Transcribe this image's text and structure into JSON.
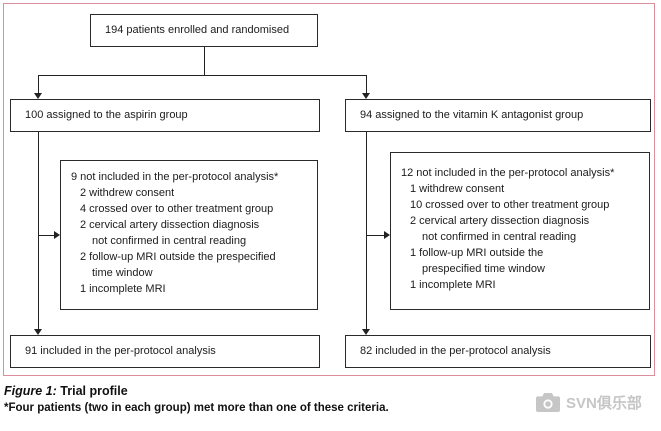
{
  "figure": {
    "caption_label": "Figure 1:",
    "caption_title": "Trial profile",
    "footnote": "*Four patients (two in each group) met more than one of these criteria."
  },
  "flow": {
    "enrolled": "194 patients enrolled and randomised",
    "left_group": "100 assigned to the aspirin group",
    "right_group": "94 assigned to the vitamin K antagonist group",
    "left_exclusion": {
      "title": "9 not included in the per-protocol analysis*",
      "lines": [
        "2 withdrew consent",
        "4 crossed over to other treatment group",
        "2 cervical artery dissection diagnosis",
        "not confirmed in central reading",
        "2 follow-up MRI outside the prespecified",
        "time window",
        "1 incomplete MRI"
      ]
    },
    "right_exclusion": {
      "title": "12 not included in the per-protocol analysis*",
      "lines": [
        "1 withdrew consent",
        "10 crossed over to other treatment group",
        "2 cervical artery dissection diagnosis",
        "not confirmed in central reading",
        "1 follow-up MRI outside the",
        "prespecified time window",
        "1 incomplete MRI"
      ]
    },
    "left_result": "91 included in the per-protocol analysis",
    "right_result": "82 included in the per-protocol analysis"
  },
  "watermark": {
    "text": "SVN俱乐部"
  },
  "colors": {
    "frame_border": "#dc8e9a",
    "box_border": "#2a2a2a",
    "watermark_gray": "#c6c6c6"
  }
}
